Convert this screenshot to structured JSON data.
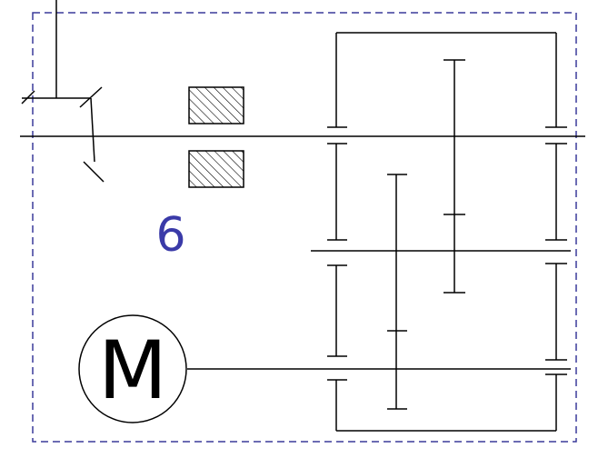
{
  "diagram": {
    "type": "kinematic-scheme",
    "colors": {
      "line": "#000000",
      "frame": "#3a3a9a",
      "label": "#3a3aa8",
      "hatch": "#000000",
      "background": "#ffffff"
    },
    "motor_symbol": {
      "letter": "M"
    },
    "position_label": "6"
  }
}
